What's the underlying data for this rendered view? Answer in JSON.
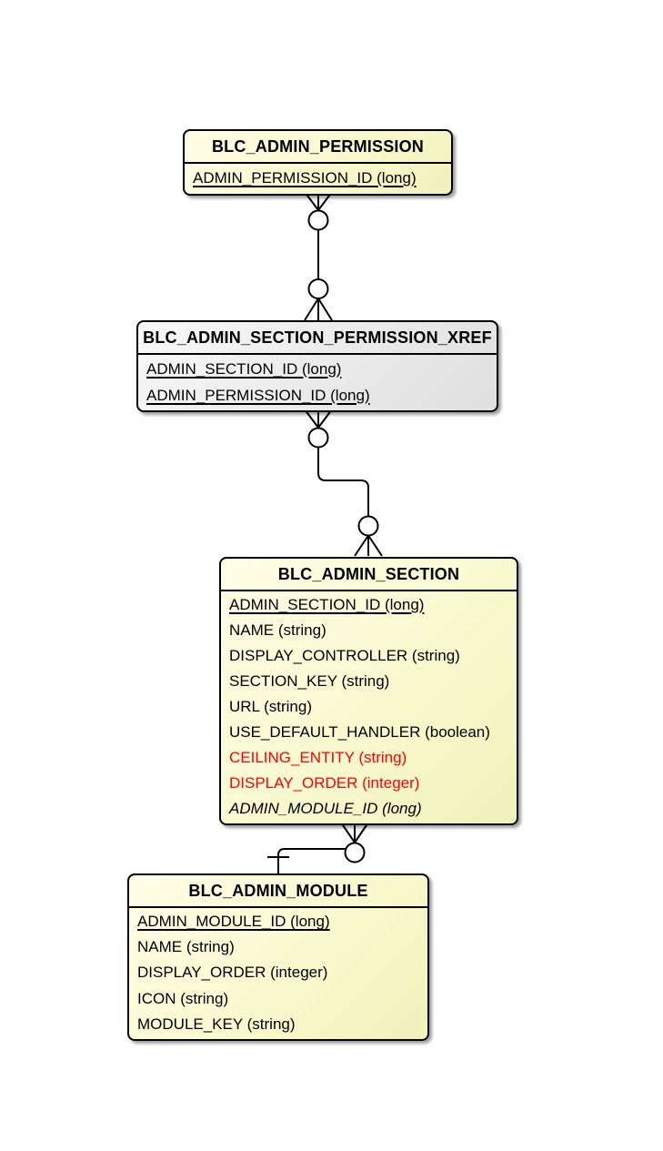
{
  "diagram": {
    "entities": [
      {
        "name": "BLC_ADMIN_PERMISSION",
        "kind": "entity",
        "fields": [
          {
            "label": "ADMIN_PERMISSION_ID (long)",
            "key": "primary"
          }
        ]
      },
      {
        "name": "BLC_ADMIN_SECTION_PERMISSION_XREF",
        "kind": "join-table",
        "fields": [
          {
            "label": "ADMIN_SECTION_ID (long)",
            "key": "primary"
          },
          {
            "label": "ADMIN_PERMISSION_ID (long)",
            "key": "primary"
          }
        ]
      },
      {
        "name": "BLC_ADMIN_SECTION",
        "kind": "entity",
        "fields": [
          {
            "label": "ADMIN_SECTION_ID (long)",
            "key": "primary"
          },
          {
            "label": "NAME (string)"
          },
          {
            "label": "DISPLAY_CONTROLLER (string)"
          },
          {
            "label": "SECTION_KEY (string)"
          },
          {
            "label": "URL (string)"
          },
          {
            "label": "USE_DEFAULT_HANDLER (boolean)"
          },
          {
            "label": "CEILING_ENTITY (string)",
            "highlight": true
          },
          {
            "label": "DISPLAY_ORDER (integer)",
            "highlight": true
          },
          {
            "label": "ADMIN_MODULE_ID (long)",
            "foreign_key": true
          }
        ]
      },
      {
        "name": "BLC_ADMIN_MODULE",
        "kind": "entity",
        "fields": [
          {
            "label": "ADMIN_MODULE_ID (long)",
            "key": "primary"
          },
          {
            "label": "NAME (string)"
          },
          {
            "label": "DISPLAY_ORDER (integer)"
          },
          {
            "label": "ICON (string)"
          },
          {
            "label": "MODULE_KEY (string)"
          }
        ]
      }
    ],
    "relationships": [
      {
        "from": "BLC_ADMIN_PERMISSION",
        "to": "BLC_ADMIN_SECTION_PERMISSION_XREF",
        "from_cardinality": "zero-or-many",
        "to_cardinality": "zero-or-many"
      },
      {
        "from": "BLC_ADMIN_SECTION_PERMISSION_XREF",
        "to": "BLC_ADMIN_SECTION",
        "from_cardinality": "zero-or-many",
        "to_cardinality": "zero-or-many"
      },
      {
        "from": "BLC_ADMIN_SECTION",
        "to": "BLC_ADMIN_MODULE",
        "from_cardinality": "zero-or-many",
        "to_cardinality": "one"
      }
    ],
    "colors": {
      "entity_fill": "#FBFBD0",
      "xref_fill": "#E9E9E9",
      "highlight_text": "#FF0000",
      "border": "#000000",
      "background": "#FFFFFF"
    }
  }
}
